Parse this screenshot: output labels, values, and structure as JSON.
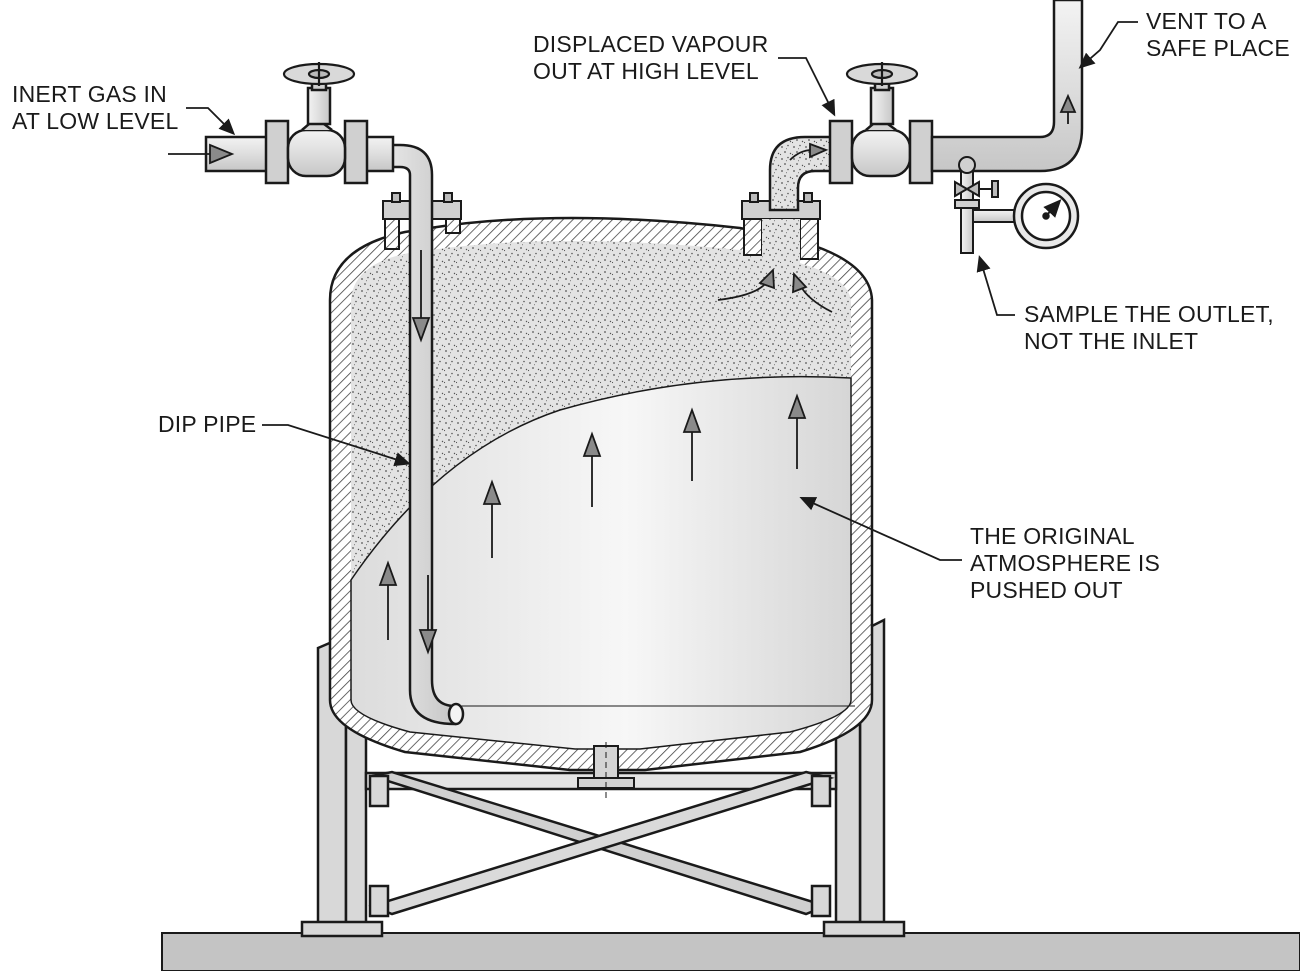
{
  "labels": {
    "inert_gas": [
      "INERT GAS IN",
      "AT LOW LEVEL"
    ],
    "displaced_vapour": [
      "DISPLACED VAPOUR",
      "OUT AT HIGH LEVEL"
    ],
    "vent": [
      "VENT TO A",
      "SAFE PLACE"
    ],
    "sample": [
      "SAMPLE THE OUTLET,",
      "NOT THE INLET"
    ],
    "dip_pipe": "DIP PIPE",
    "atmosphere": [
      "THE ORIGINAL",
      "ATMOSPHERE IS",
      "PUSHED OUT"
    ]
  },
  "colors": {
    "line": "#1a1a1a",
    "pipe": "#e2e2e2",
    "flange": "#d0d0d0",
    "leg": "#d8d8d8",
    "ground": "#bdbdbd",
    "liquid": "#efefef",
    "vapour": "#d9d9d9",
    "arrow": "#7a7a7a"
  },
  "icons": [
    "valve-handwheel-icon",
    "pressure-gauge-icon",
    "sample-valve-icon"
  ]
}
